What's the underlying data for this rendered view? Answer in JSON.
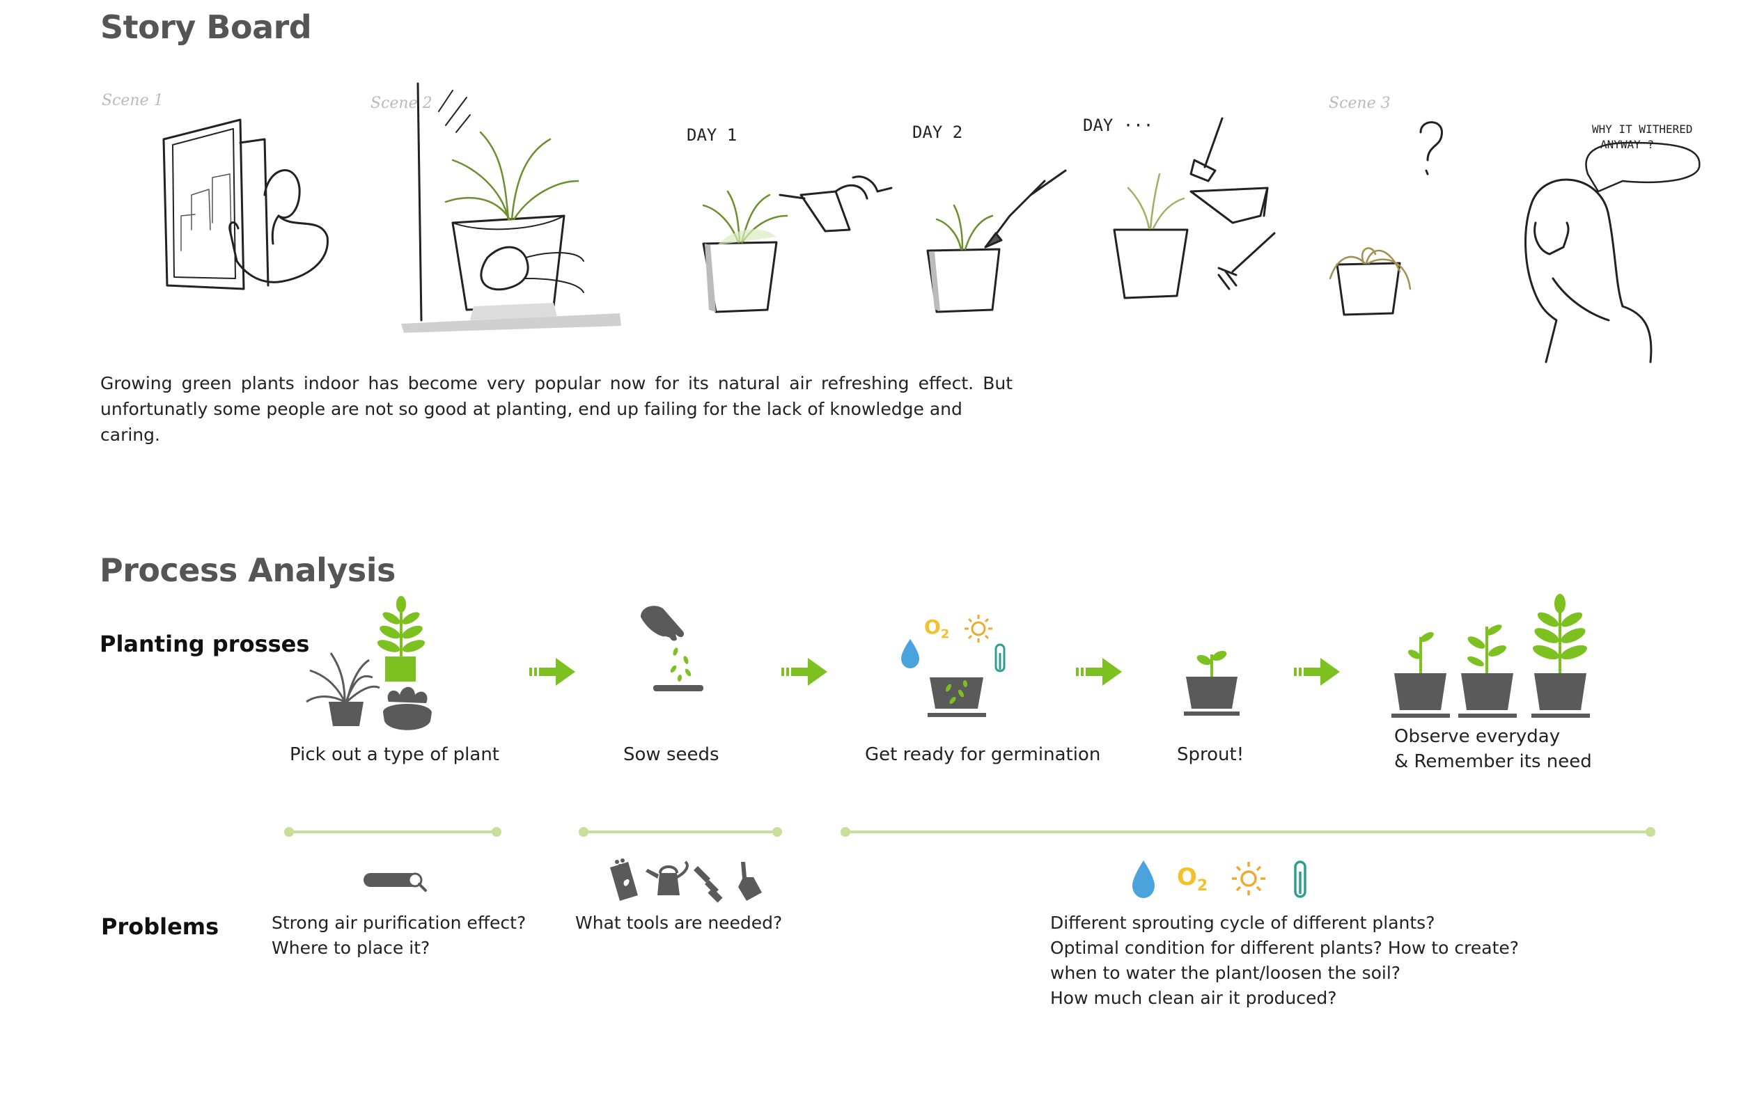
{
  "storyboard": {
    "title": "Story Board",
    "scene_labels": [
      "Scene 1",
      "Scene 2",
      "Scene 3"
    ],
    "day_labels": [
      "DAY 1",
      "DAY 2",
      "DAY ···"
    ],
    "speech_bubble": [
      "WHY IT WITHERED",
      "ANYWAY ?"
    ],
    "question_mark": "?",
    "description_lines": [
      "Growing green plants indoor has become very popular now for its natural air refreshing effect. But",
      "unfortunatly  some people are not so good at planting,  end up failing for the lack of knowledge and caring."
    ]
  },
  "process": {
    "title": "Process Analysis",
    "planting_heading": "Planting prosses",
    "problems_heading": "Problems",
    "steps": [
      {
        "label": "Pick out a type of plant"
      },
      {
        "label": "Sow seeds"
      },
      {
        "label": "Get ready for germination"
      },
      {
        "label": "Sprout!"
      },
      {
        "label_lines": [
          "Observe everyday",
          "& Remember its need"
        ]
      }
    ],
    "o2_label": "O",
    "o2_sub": "2",
    "problems": [
      {
        "lines": [
          "Strong air purification effect?",
          "Where to place it?"
        ]
      },
      {
        "lines": [
          "What tools are needed?"
        ]
      },
      {
        "lines": [
          "Different sprouting cycle of different plants?",
          "Optimal condition for different plants? How to create?",
          "when to water the plant/loosen the soil?",
          "How much clean air it produced?"
        ]
      }
    ],
    "colors": {
      "green": "#7cc11f",
      "dark_gray": "#5a5a5a",
      "water_blue": "#4aa3dc",
      "o2_yellow": "#f2c12e",
      "sun_orange": "#f0a830",
      "thermo_teal": "#2e9e8f",
      "timeline": "#c8df9a"
    }
  }
}
